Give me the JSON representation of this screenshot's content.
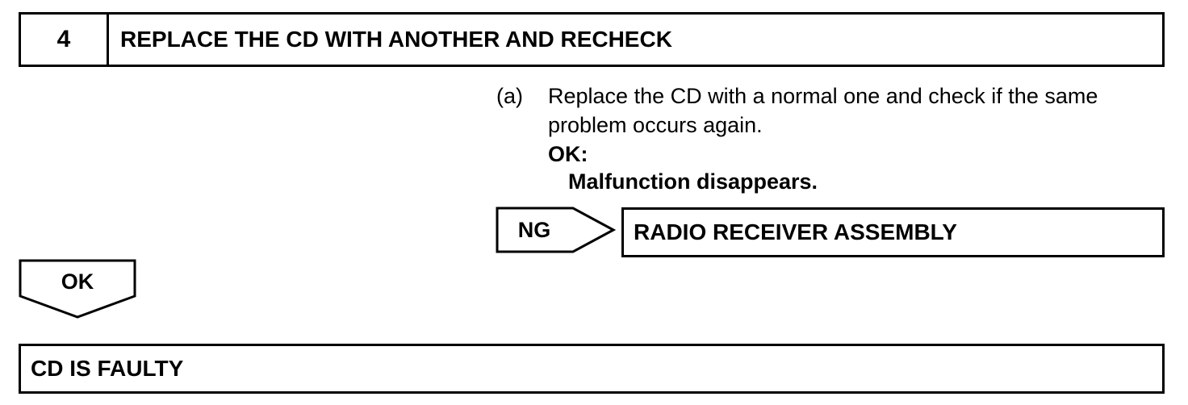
{
  "step": {
    "number": "4",
    "title": "REPLACE THE CD WITH ANOTHER AND RECHECK"
  },
  "instruction": {
    "label": "(a)",
    "text": "Replace the CD with a normal one and check if the same problem occurs again.",
    "ok_label": "OK:",
    "ok_detail": "Malfunction disappears."
  },
  "ng_branch": {
    "label": "NG",
    "result": "RADIO RECEIVER ASSEMBLY"
  },
  "ok_branch": {
    "label": "OK",
    "result": "CD IS FAULTY"
  }
}
